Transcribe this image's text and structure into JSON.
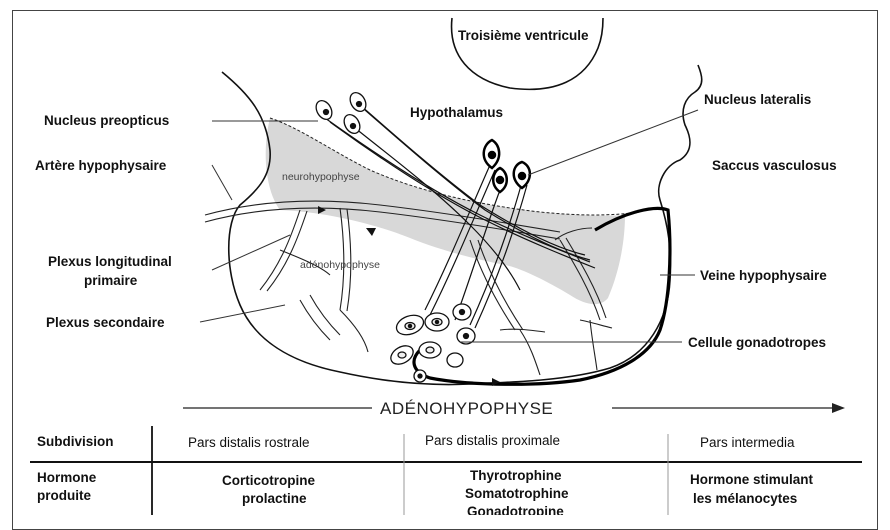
{
  "labels": {
    "troisieme_ventricule": "Troisième ventricule",
    "nucleus_preopticus": "Nucleus preopticus",
    "hypothalamus": "Hypothalamus",
    "nucleus_lateralis": "Nucleus lateralis",
    "saccus_vasculosus": "Saccus vasculosus",
    "artere_hypophysaire": "Artère hypophysaire",
    "neurohypophyse": "neurohypophyse",
    "plexus_longitudinal_1": "Plexus longitudinal",
    "plexus_longitudinal_2": "primaire",
    "adenohypophyse_small": "adénohypophyse",
    "veine_hypophysaire": "Veine hypophysaire",
    "plexus_secondaire": "Plexus secondaire",
    "cellule_gonadotropes": "Cellule gonadotropes",
    "adenohypophyse_banner": "ADÉNOHYPOPHYSE"
  },
  "table": {
    "row1_header": "Subdivision",
    "columns": [
      "Pars distalis rostrale",
      "Pars distalis proximale",
      "Pars intermedia"
    ],
    "row2_header_1": "Hormone",
    "row2_header_2": "produite",
    "col1_lines": [
      "Corticotropine",
      "prolactine"
    ],
    "col2_lines": [
      "Thyrotrophine",
      "Somatotrophine",
      "Gonadotropine"
    ],
    "col3_lines": [
      "Hormone stimulant",
      "les mélanocytes"
    ]
  }
}
